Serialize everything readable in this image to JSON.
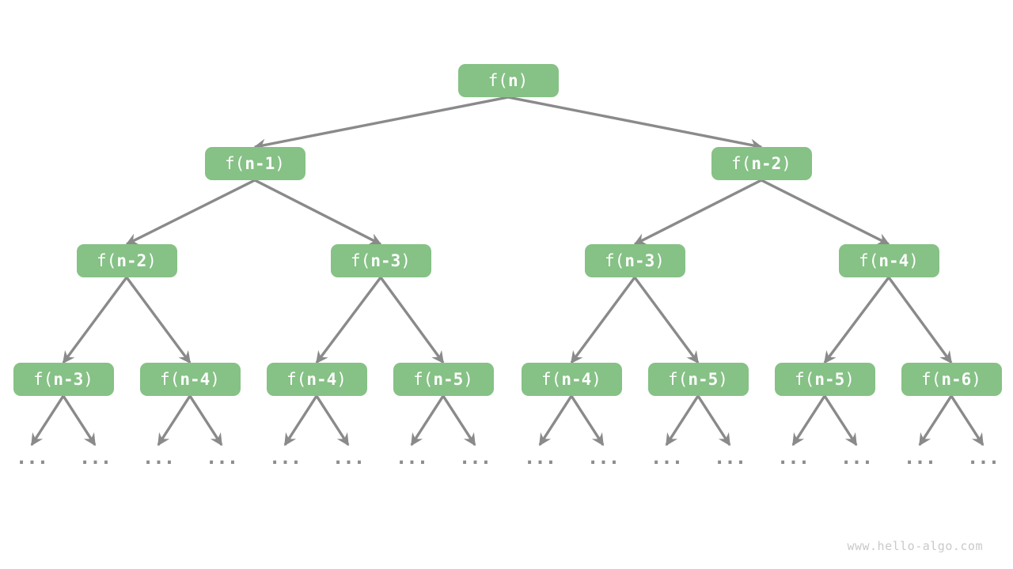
{
  "diagram": {
    "levels": [
      {
        "name": "level-1",
        "nodes": [
          "f(n)"
        ]
      },
      {
        "name": "level-2",
        "nodes": [
          "f(n-1)",
          "f(n-2)"
        ]
      },
      {
        "name": "level-3",
        "nodes": [
          "f(n-2)",
          "f(n-3)",
          "f(n-3)",
          "f(n-4)"
        ]
      },
      {
        "name": "level-4",
        "nodes": [
          "f(n-3)",
          "f(n-4)",
          "f(n-4)",
          "f(n-5)",
          "f(n-4)",
          "f(n-5)",
          "f(n-5)",
          "f(n-6)"
        ]
      }
    ],
    "ellipsis": {
      "label": "...",
      "count": 16
    }
  },
  "colors": {
    "background": "#FFFFFF",
    "node_bg": "#86C186",
    "node_text": "#FFFFFF",
    "edge": "#8A8A8A",
    "ellipsis": "#8D8D8D",
    "watermark": "#C9C9C9"
  },
  "watermark": {
    "text": "www.hello-algo.com"
  }
}
